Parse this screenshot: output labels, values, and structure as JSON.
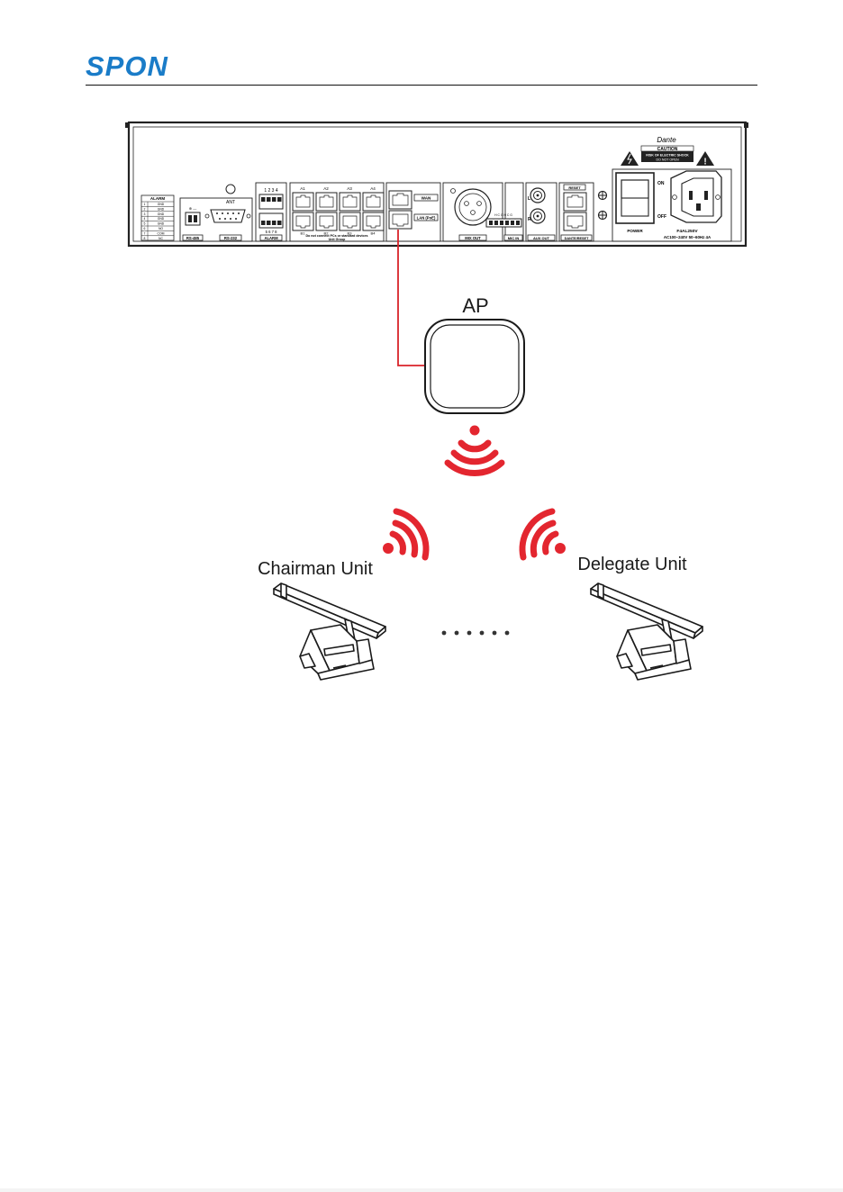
{
  "header": {
    "brand": "SPON",
    "brand_color": "#1a7cc8"
  },
  "device_panel": {
    "ant_label": "ANT",
    "dante_label": "Dante",
    "caution_title": "CAUTION",
    "caution_line1": "RISK OF ELECTRIC SHOCK",
    "caution_line2": "DO NOT OPEN",
    "wan_label": "WAN",
    "lan_label": "LAN (PoE)",
    "a_ports": [
      "A1",
      "A2",
      "A3",
      "A4"
    ],
    "b_ports": [
      "B1",
      "B2",
      "B3",
      "B4"
    ],
    "alarm_title": "ALARM",
    "alarm_rows": [
      "GND",
      "GND",
      "GND",
      "GND",
      "GND",
      "NO",
      "COM",
      "NC"
    ],
    "alarm_top_numbers": "1  2  3  4",
    "alarm_bottom_numbers": "5  6  7  8",
    "port_labels": [
      "RS-485",
      "RS-232",
      "ALARM",
      "MIX OUT",
      "MIC IN",
      "AUX OUT",
      "DANTE/RESET"
    ],
    "reset_label": "RESET",
    "warning_text": "Do not connect PCs or standard devices",
    "warning_text2": "Unit Group",
    "power_label": "POWER",
    "on_label": "ON",
    "off_label": "OFF",
    "fuse_label": "F4AL250V",
    "voltage_label": "AC100~240V 50~60Hz 4A",
    "aux_l": "L",
    "aux_r": "R"
  },
  "ap": {
    "label": "AP"
  },
  "units": {
    "chairman_label": "Chairman Unit",
    "delegate_label": "Delegate Unit",
    "ellipsis": "......"
  },
  "colors": {
    "cable": "#d9232a",
    "signal": "#e3262f",
    "line": "#222222"
  }
}
